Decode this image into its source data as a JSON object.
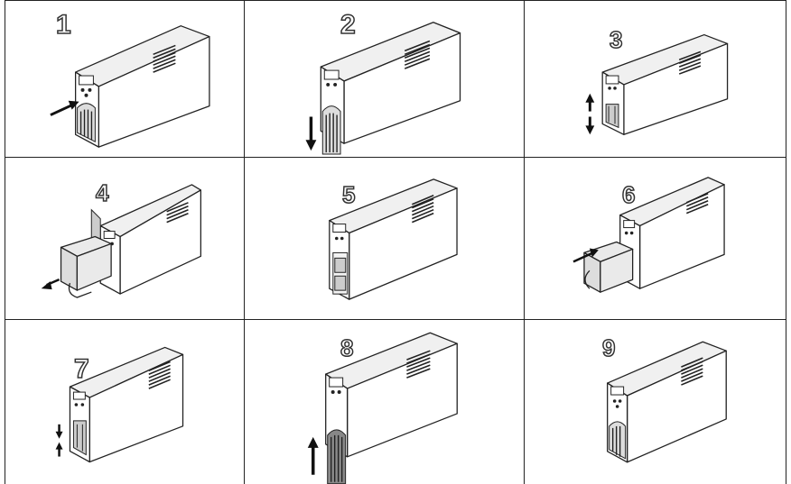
{
  "steps": [
    {
      "number": "1",
      "action": "press-release-arrow"
    },
    {
      "number": "2",
      "action": "slide-cover-down"
    },
    {
      "number": "3",
      "action": "unlatch-cover"
    },
    {
      "number": "4",
      "action": "pull-battery-out"
    },
    {
      "number": "5",
      "action": "empty-battery-bay"
    },
    {
      "number": "6",
      "action": "insert-new-battery"
    },
    {
      "number": "7",
      "action": "latch-cover"
    },
    {
      "number": "8",
      "action": "slide-cover-up"
    },
    {
      "number": "9",
      "action": "assembled-unit"
    }
  ],
  "colors": {
    "line": "#222222",
    "panel": "#ffffff",
    "shade": "#e6e6e6",
    "dark": "#555555"
  }
}
